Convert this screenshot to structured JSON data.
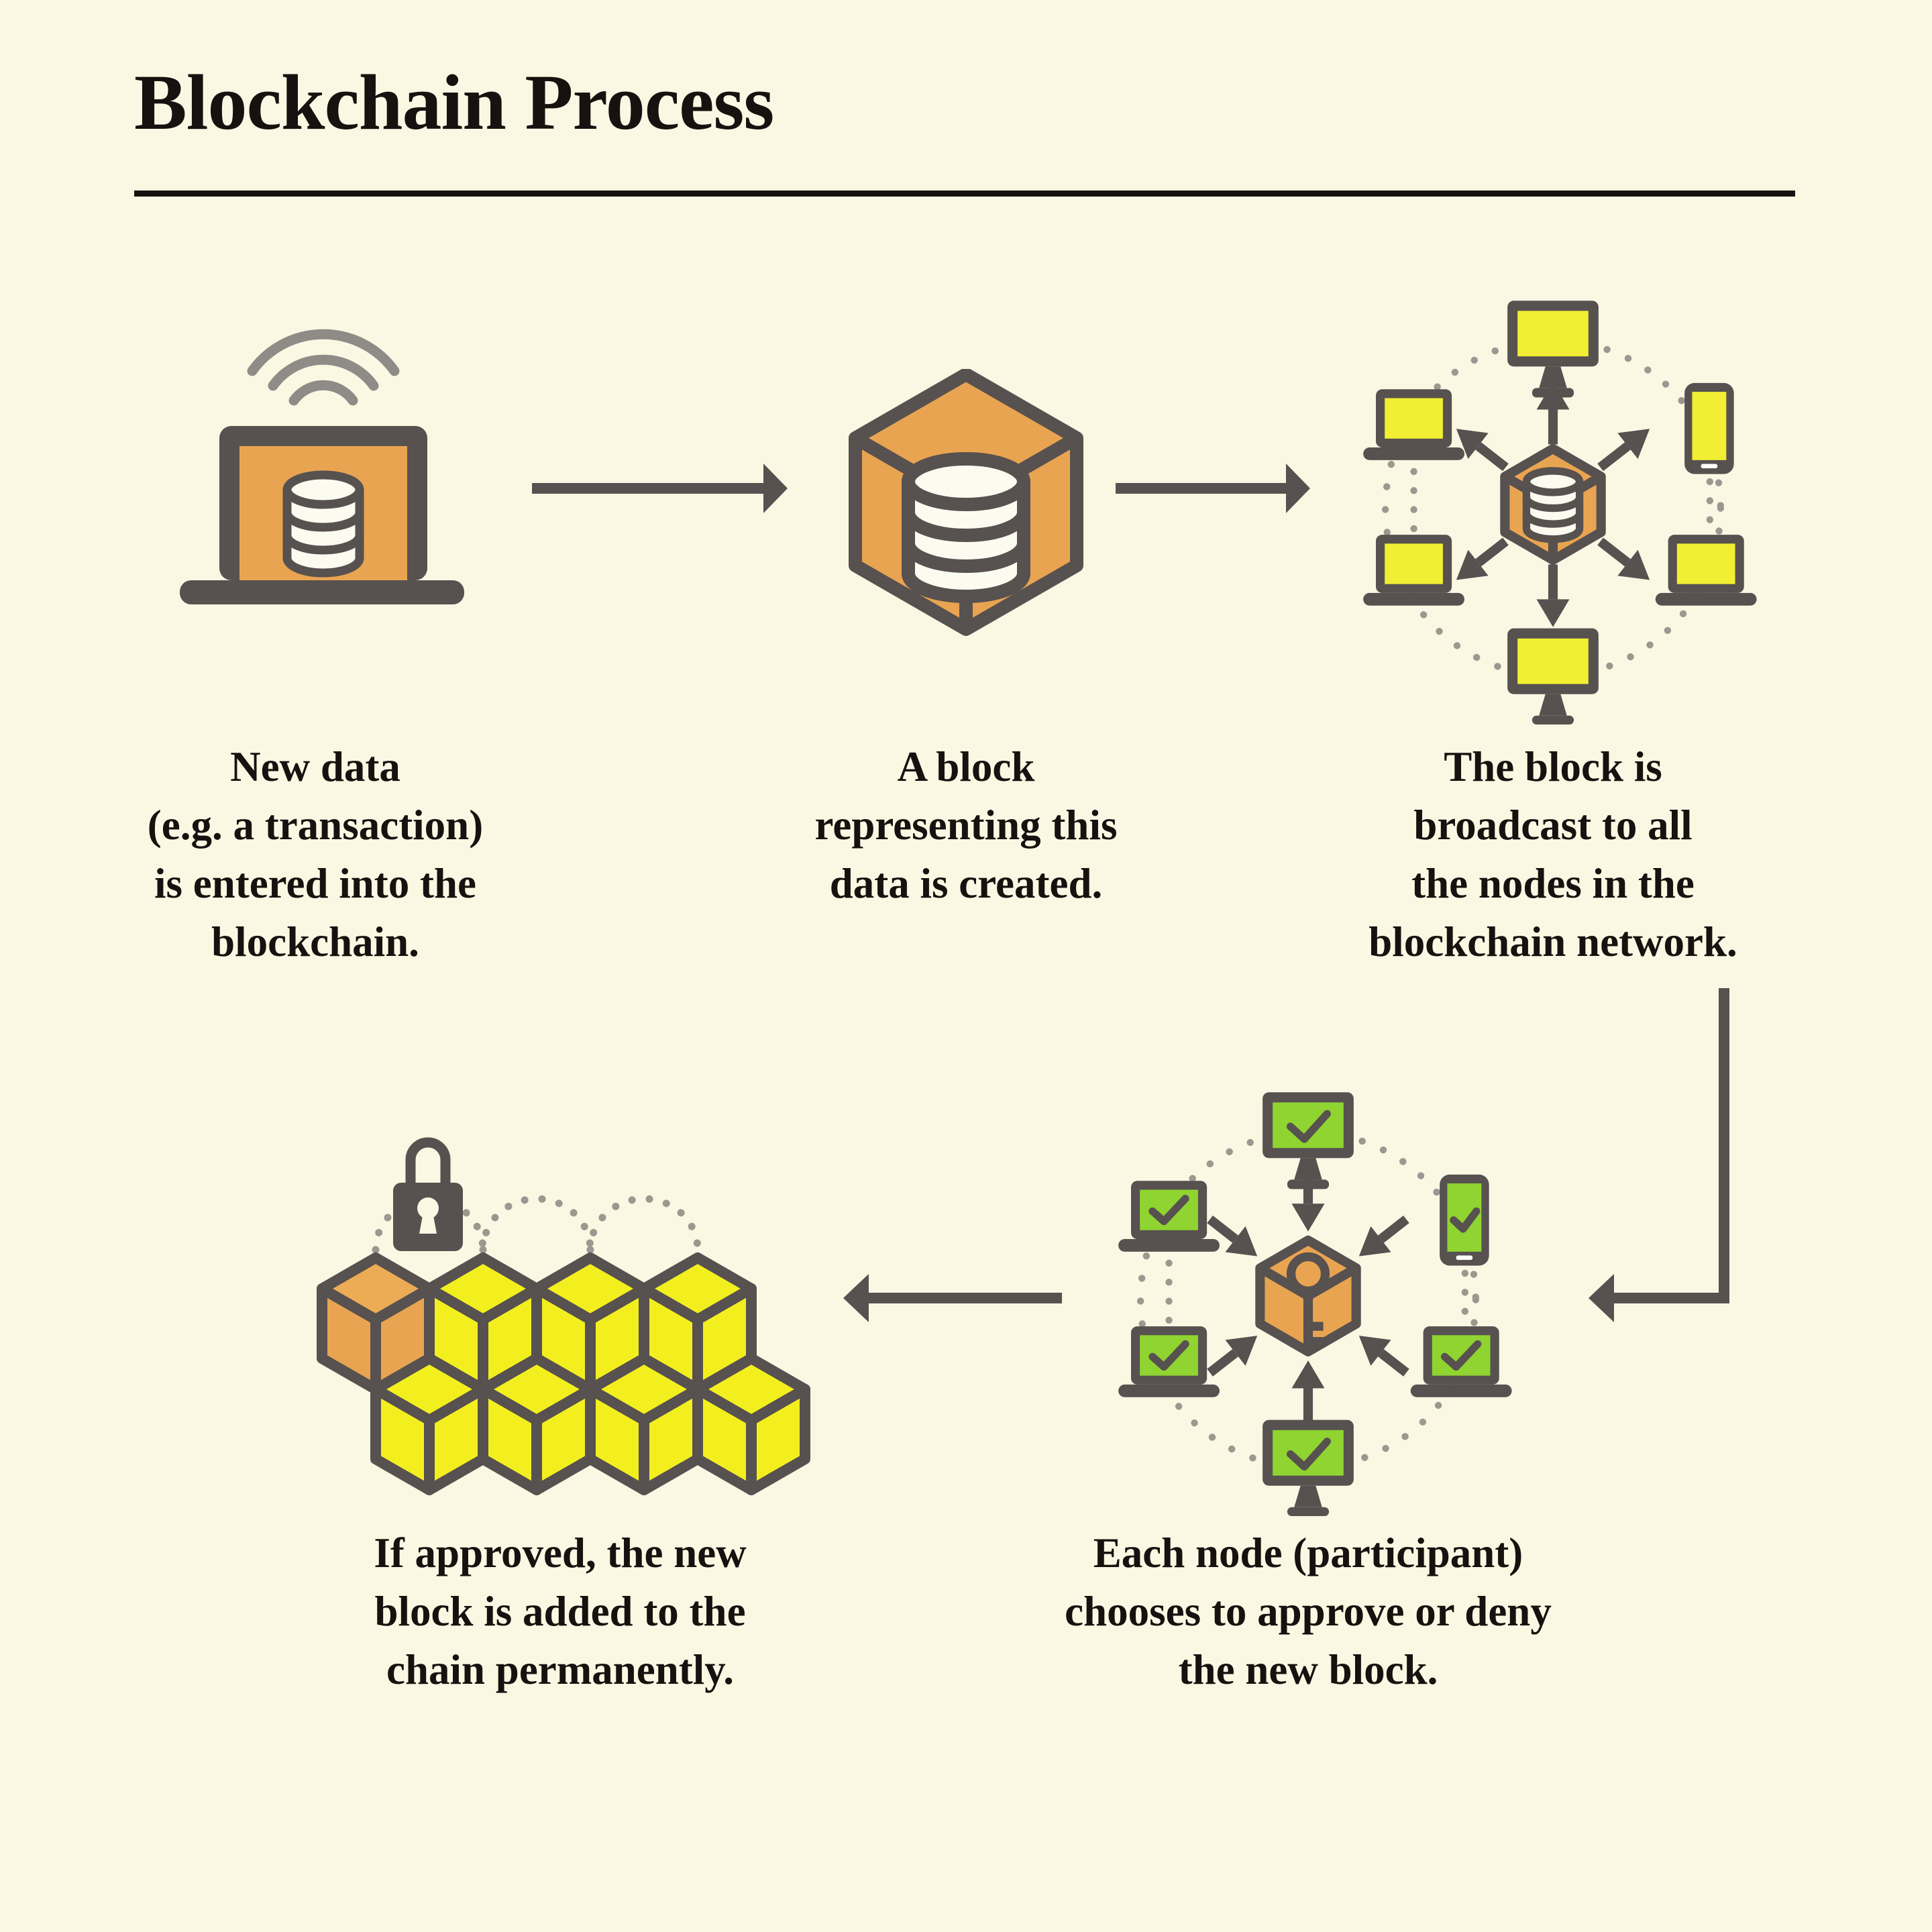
{
  "title": "Blockchain Process",
  "steps": [
    {
      "icon": "laptop-with-database-and-wifi",
      "caption": "New data\n(e.g. a transaction)\nis entered into the\nblockchain."
    },
    {
      "icon": "block-cube-with-database",
      "caption": "A block\nrepresenting this\ndata is created."
    },
    {
      "icon": "broadcast-network",
      "caption": "The block is\nbroadcast to all\nthe nodes in the\nblockchain network."
    },
    {
      "icon": "approval-network",
      "caption": "Each node (participant)\nchooses to approve or deny\nthe new block."
    },
    {
      "icon": "blockchain-with-padlock",
      "caption": "If approved, the new\nblock is added to the\nchain permanently."
    }
  ],
  "colors": {
    "bg": "#FAF8E3",
    "ink": "#575150",
    "text-ink": "#17120F",
    "orange": "#E9A451",
    "orange-top": "#ECAC55",
    "screen-yellow": "#F1EE33",
    "cube-yellow": "#F3EF1F",
    "screen-green": "#8FD430",
    "cyl-white": "#FCFBF0",
    "dot-gray": "#9C9890",
    "wifi-gray": "#8F8B87"
  }
}
